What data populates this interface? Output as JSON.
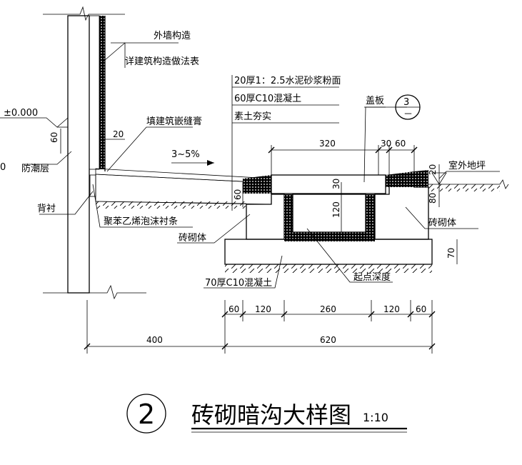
{
  "labels": {
    "outer_wall": "外墙构造",
    "wall_ref": "详建筑构造做法表",
    "layer1": "20厚1：2.5水泥砂浆粉面",
    "layer2": "60厚C10混凝土",
    "layer3": "素土夯实",
    "cover": "盖板",
    "cover_ref_top": "3",
    "cover_ref_bottom": "－",
    "elevation": "±0.000",
    "left_cut": "0",
    "sealant": "填建筑嵌缝膏",
    "moisture": "防潮层",
    "slope": "3~5%",
    "outdoor": "室外地坪",
    "backing": "背衬",
    "foam": "聚苯乙烯泡沫衬条",
    "masonry_left": "砖砌体",
    "masonry_right": "砖砌体",
    "base_concrete": "70厚C10混凝土",
    "start_depth": "起点深度"
  },
  "dims": {
    "d60": "60",
    "d20": "20",
    "d320": "320",
    "d30": "30",
    "d60b": "60",
    "d20r": "20",
    "d80": "80",
    "d60v": "60",
    "d30v": "30",
    "d120v": "120",
    "d70": "70",
    "b60a": "60",
    "b120a": "120",
    "b260": "260",
    "b120b": "120",
    "b60b": "60",
    "b400": "400",
    "b620": "620"
  },
  "title": {
    "number": "2",
    "text": "砖砌暗沟大样图",
    "scale": "1:10"
  }
}
